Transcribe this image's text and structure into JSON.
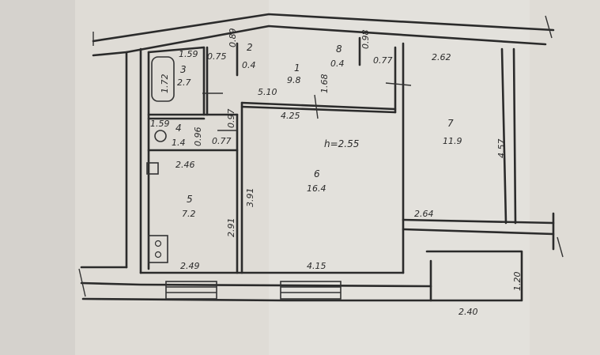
{
  "colors": {
    "paper": "#e3e0da",
    "ink": "#2b2b2b",
    "shadow": "#c9c6c0"
  },
  "ceiling_height": "h=2.55",
  "rooms": [
    {
      "number": "1",
      "area": "9.8"
    },
    {
      "number": "2",
      "area": "0.4"
    },
    {
      "number": "3",
      "area": "2.7"
    },
    {
      "number": "4",
      "area": "1.4"
    },
    {
      "number": "5",
      "area": "7.2"
    },
    {
      "number": "6",
      "area": "16.4"
    },
    {
      "number": "7",
      "area": "11.9"
    },
    {
      "number": "8",
      "area": "0.4"
    }
  ],
  "dimensions": {
    "d1_59_top": "1.59",
    "d1_72": "1.72",
    "d0_89": "0.89",
    "d0_75": "0.75",
    "d0_98": "0.98",
    "d0_77_right": "0.77",
    "d2_62": "2.62",
    "d1_68": "1.68",
    "d5_10": "5.10",
    "d4_25": "4.25",
    "d1_59_mid": "1.59",
    "d0_96": "0.96",
    "d0_97": "0.97",
    "d0_77_left": "0.77",
    "d2_46": "2.46",
    "d3_91": "3.91",
    "d2_91": "2.91",
    "d4_57": "4.57",
    "d2_64": "2.64",
    "d2_49": "2.49",
    "d4_15": "4.15",
    "d1_20": "1.20",
    "d2_40": "2.40"
  }
}
